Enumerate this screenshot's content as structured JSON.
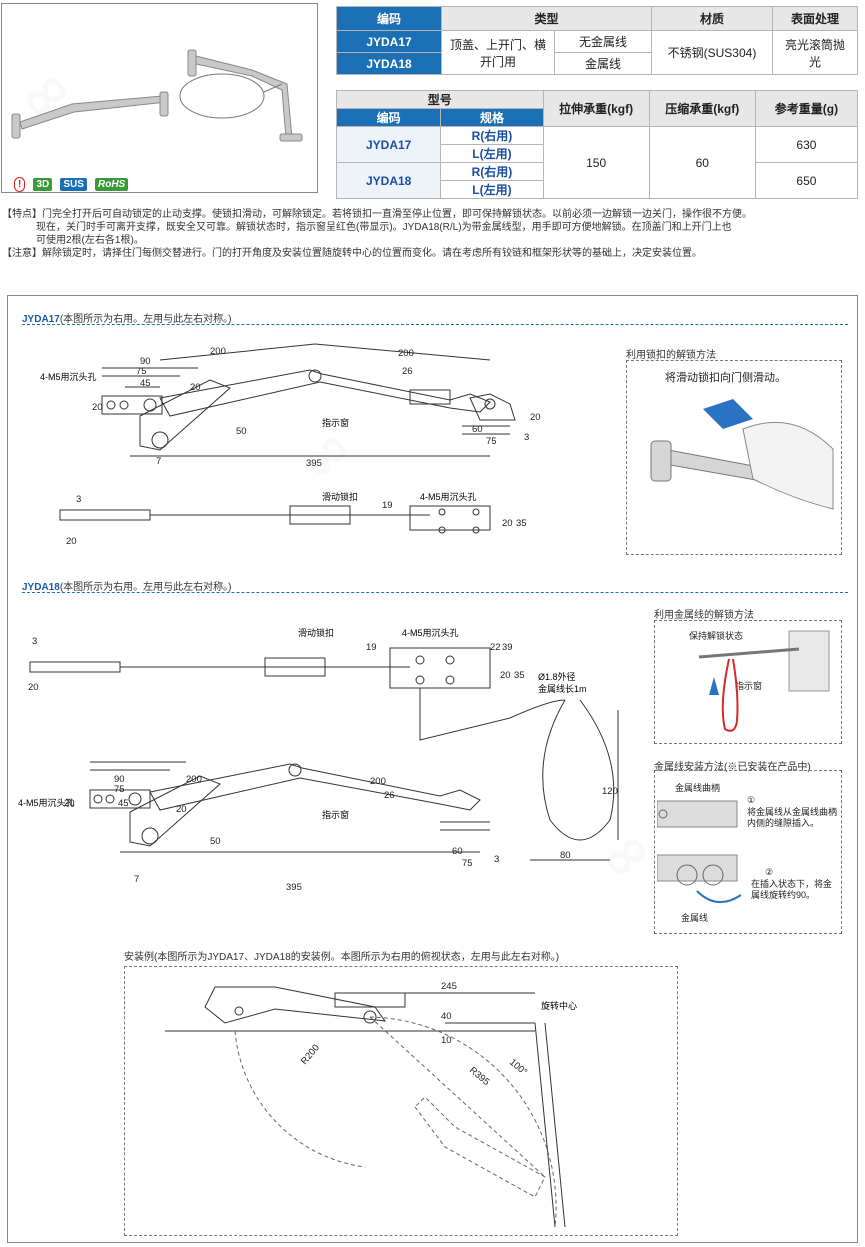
{
  "badges": {
    "warn": "!",
    "three_d": "3D",
    "sus": "SUS",
    "rohs": "RoHS"
  },
  "colors": {
    "accent": "#1a6fb5",
    "rohs": "#3a9a3a",
    "warn": "#d02020",
    "wire": "#d42a2a"
  },
  "table1": {
    "headers": [
      "编码",
      "类型",
      "材质",
      "表面处理"
    ],
    "codes": [
      "JYDA17",
      "JYDA18"
    ],
    "type_main": "顶盖、上开门、横开门用",
    "type_sub": [
      "无金属线",
      "金属线"
    ],
    "material": "不锈钢(SUS304)",
    "surface": "亮光滚筒抛光"
  },
  "table2": {
    "header_model": "型号",
    "header_code": "编码",
    "header_spec": "规格",
    "header_tension": "拉伸承重(kgf)",
    "header_compress": "压缩承重(kgf)",
    "header_weight": "参考重量(g)",
    "rows": [
      {
        "code": "JYDA17",
        "r": "R(右用)",
        "l": "L(左用)",
        "weight": "630"
      },
      {
        "code": "JYDA18",
        "r": "R(右用)",
        "l": "L(左用)",
        "weight": "650"
      }
    ],
    "tension": "150",
    "compress": "60"
  },
  "notes": {
    "feature_1": "【特点】门完全打开后可自动锁定的止动支撑。使锁扣滑动，可解除锁定。若将锁扣一直滑至停止位置，即可保持解锁状态。以前必须一边解锁一边关门，操作很不方便。",
    "feature_2": "现在，关门时手可离开支撑，既安全又可靠。解锁状态时，指示窗呈红色(带显示)。JYDA18(R/L)为带金属线型，用手即可方便地解锁。在顶盖门和上开门上也",
    "feature_3": "可使用2根(左右各1根)。",
    "caution": "【注意】解除锁定时，请择住门每侧交替进行。门的打开角度及安装位置随旋转中心的位置而变化。请在考虑所有铰链和框架形状等的基础上，决定安装位置。"
  },
  "sections": {
    "a_code": "JYDA17",
    "a_desc": "(本图所示为右用。左用与此左右对称。)",
    "b_code": "JYDA18",
    "b_desc": "(本图所示为右用。左用与此左右对称。)",
    "install": "安装例(本图所示为JYDA17、JYDA18的安装例。本图所示为右用的俯视状态，左用与此左右对称。)"
  },
  "dims_a": {
    "d90": "90",
    "d75": "75",
    "d45": "45",
    "d200a": "200",
    "d200b": "200",
    "d20a": "20",
    "d20b": "20",
    "d26": "26",
    "d50": "50",
    "d7": "7",
    "d395": "395",
    "d60": "60",
    "d75b": "75",
    "d3": "3",
    "d20c": "20",
    "d3b": "3",
    "d19": "19",
    "d20d": "20",
    "d35": "35",
    "d20e": "20"
  },
  "labels_a": {
    "hole": "4-M5用沉头孔",
    "window": "指示窗",
    "slide": "滑动锁扣",
    "hole2": "4-M5用沉头孔"
  },
  "panel_lock": {
    "title": "利用锁扣的解锁方法",
    "caption": "将滑动锁扣向门侧滑动。"
  },
  "labels_b": {
    "slide": "滑动锁扣",
    "hole": "4-M5用沉头孔",
    "wire_dia": "Ø1.8外径",
    "wire_len": "金属线长1m",
    "window": "指示窗",
    "hole2": "4-M5用沉头孔"
  },
  "dims_b": {
    "d3": "3",
    "d20": "20",
    "d19": "19",
    "d22": "22",
    "d39": "39",
    "d20b": "20",
    "d35": "35",
    "d120": "120",
    "d80": "80",
    "d90": "90",
    "d75": "75",
    "d45": "45",
    "d200a": "200",
    "d200b": "200",
    "d20c": "20",
    "d26": "26",
    "d50": "50",
    "d20d": "20",
    "d7": "7",
    "d395": "395",
    "d60": "60",
    "d75b": "75",
    "d3b": "3"
  },
  "panel_wire": {
    "title": "利用金属线的解锁方法",
    "keep": "保持解锁状态",
    "window": "指示窗"
  },
  "panel_mount": {
    "title": "金属线安装方法(※已安装在产品中)",
    "crank": "金属线曲柄",
    "step1_no": "①",
    "step1": "将金属线从金属线曲柄内侧的缝隙插入。",
    "step2_no": "②",
    "step2": "在插入状态下，将金属线旋转约90。",
    "wire": "金属线"
  },
  "install_dims": {
    "d245": "245",
    "d40": "40",
    "d10": "10",
    "r200": "R200",
    "r395": "R395",
    "a100": "100°",
    "center": "旋转中心"
  },
  "watermark": "INFINITE 缜益鑫"
}
